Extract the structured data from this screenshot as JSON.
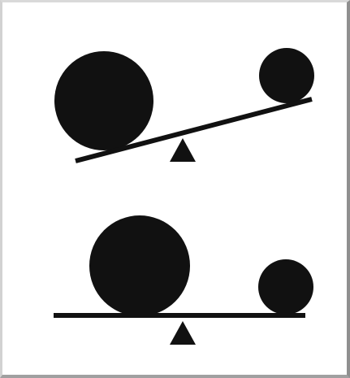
{
  "diagram": {
    "panels": [
      {
        "id": "tilted",
        "state": "unbalanced",
        "beam": "tilted",
        "balls": [
          {
            "position": "left",
            "size": "large",
            "color": "#111111"
          },
          {
            "position": "right",
            "size": "small",
            "color": "#111111"
          }
        ]
      },
      {
        "id": "level",
        "state": "balanced",
        "beam": "level",
        "balls": [
          {
            "position": "left",
            "size": "large",
            "color": "#111111"
          },
          {
            "position": "right",
            "size": "small",
            "color": "#111111"
          }
        ]
      }
    ],
    "fulcrum": "triangle",
    "ink_color": "#111111"
  }
}
